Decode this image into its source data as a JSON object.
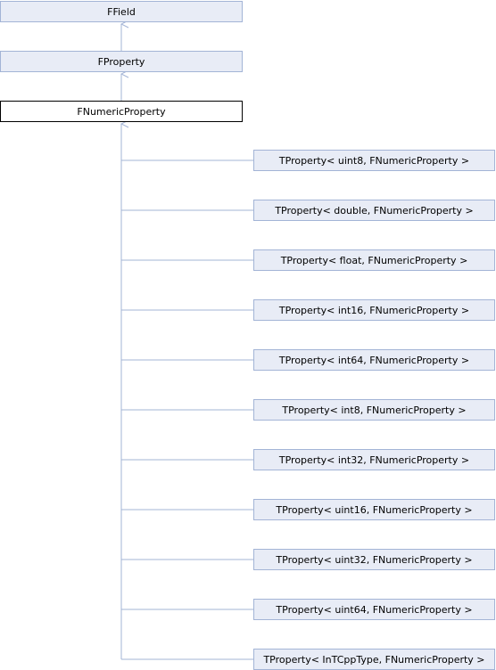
{
  "diagram": {
    "nodes": {
      "ffield": "FField",
      "fproperty": "FProperty",
      "fnumeric_property": "FNumericProperty"
    },
    "derived": [
      "TProperty< uint8, FNumericProperty >",
      "TProperty< double, FNumericProperty >",
      "TProperty< float, FNumericProperty >",
      "TProperty< int16, FNumericProperty >",
      "TProperty< int64, FNumericProperty >",
      "TProperty< int8, FNumericProperty >",
      "TProperty< int32, FNumericProperty >",
      "TProperty< uint16, FNumericProperty >",
      "TProperty< uint32, FNumericProperty >",
      "TProperty< uint64, FNumericProperty >",
      "TProperty< InTCppType, FNumericProperty >"
    ]
  },
  "colors": {
    "node_fill": "#e8ecf6",
    "node_border": "#a3b4d6",
    "current_border": "#000000",
    "edge": "#a3b4d6"
  }
}
